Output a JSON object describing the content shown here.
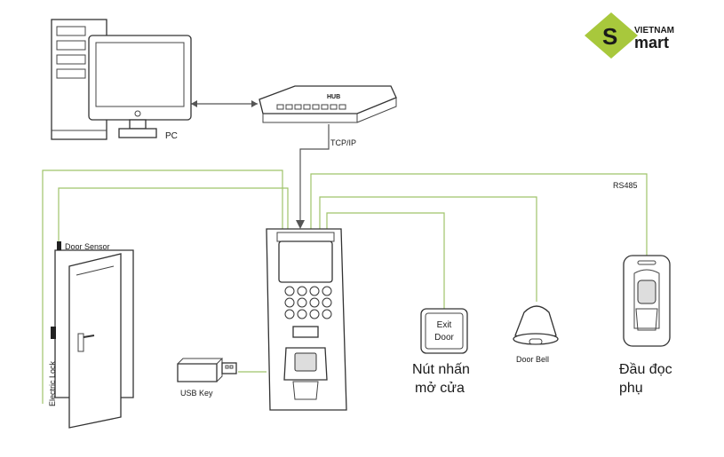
{
  "brand": {
    "line1": "VIETNAM",
    "letter": "S",
    "line2": "mart",
    "color_green": "#a8c83c",
    "color_gray": "#9a9a9a"
  },
  "labels": {
    "pc": "PC",
    "tcpip": "TCP/IP",
    "rs485": "RS485",
    "door_sensor": "Door Sensor",
    "electric_lock": "Electric Lock",
    "usb_key": "USB Key",
    "exit_line1": "Exit",
    "exit_line2": "Door",
    "exit_caption_line1": "Nút nhấn",
    "exit_caption_line2": "mở cửa",
    "door_bell": "Door Bell",
    "reader_caption_line1": "Đầu đọc",
    "reader_caption_line2": "phụ",
    "switch_brand": "HUB"
  },
  "colors": {
    "wire_green": "#9fc36a",
    "line_dark": "#555555"
  }
}
